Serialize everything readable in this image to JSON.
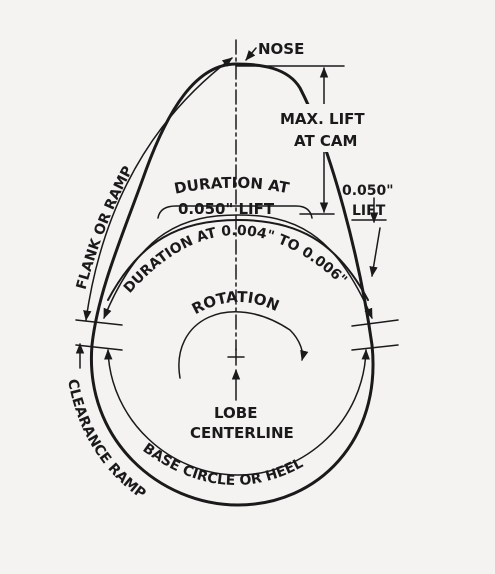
{
  "labels": {
    "nose": "NOSE",
    "max_lift_line1": "MAX. LIFT",
    "max_lift_line2": "AT CAM",
    "lift050_line1": "0.050\"",
    "lift050_line2": "LIFT",
    "flank": "FLANK OR RAMP",
    "duration050_line1": "DURATION AT",
    "duration050_line2": "0.050\" LIFT",
    "duration004": "DURATION AT 0.004\" TO 0.006\"",
    "rotation": "ROTATION",
    "lobe_line1": "LOBE",
    "lobe_line2": "CENTERLINE",
    "base_circle": "BASE CIRCLE OR HEEL",
    "clearance": "CLEARANCE RAMP"
  },
  "colors": {
    "ink": "#1a1a1a",
    "paper": "#f4f3f1"
  }
}
